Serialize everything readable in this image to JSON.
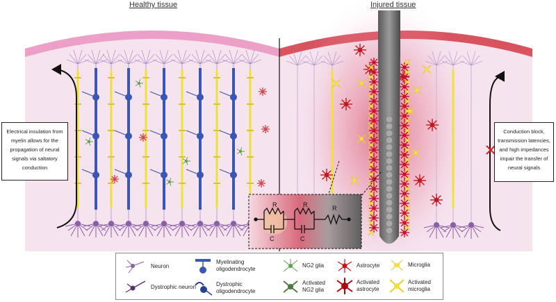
{
  "titles": {
    "healthy": "Healthy tissue",
    "injured": "Injured tissue"
  },
  "left_box": "Electrical insulation from myelin allows for the propagation of neural signals via saltatory conduction",
  "right_box": "Conduction block, transmission latencies, and high impedances impair the transfer of neural signals",
  "circuit": {
    "r1": "R",
    "r2": "R",
    "r3": "R",
    "c1": "C",
    "c2": "C"
  },
  "legend": {
    "neuron": "Neuron",
    "dystrophic_neuron": "Dystrophic neuron",
    "myelinating_oligo": "Myelinating oligodendrocyte",
    "dystrophic_oligo": "Dystrophic oligodendrocyte",
    "ng2": "NG2 glia",
    "activated_ng2": "Activated NG2 glia",
    "astrocyte": "Astrocyte",
    "activated_astrocyte": "Activated astrocyte",
    "microglia": "Microglia",
    "activated_microglia": "Activated microglia"
  },
  "colors": {
    "tissue": "#f5e3ee",
    "surface_healthy": "#ec9fc7",
    "surface_injured": "#d9535f",
    "axon_blue": "#3a57b6",
    "myelin_yellow": "#f0e23a",
    "neuron_purple": "#8b5ea8",
    "astro_red": "#c4161c",
    "ng2_green": "#5fa04e",
    "probe_gray": "#7d7d7d"
  },
  "icons": [
    "neuron-icon",
    "dystrophic-neuron-icon",
    "oligodendrocyte-icon",
    "dystrophic-oligodendrocyte-icon",
    "ng2-glia-icon",
    "activated-ng2-glia-icon",
    "astrocyte-icon",
    "activated-astrocyte-icon",
    "microglia-icon",
    "activated-microglia-icon"
  ]
}
